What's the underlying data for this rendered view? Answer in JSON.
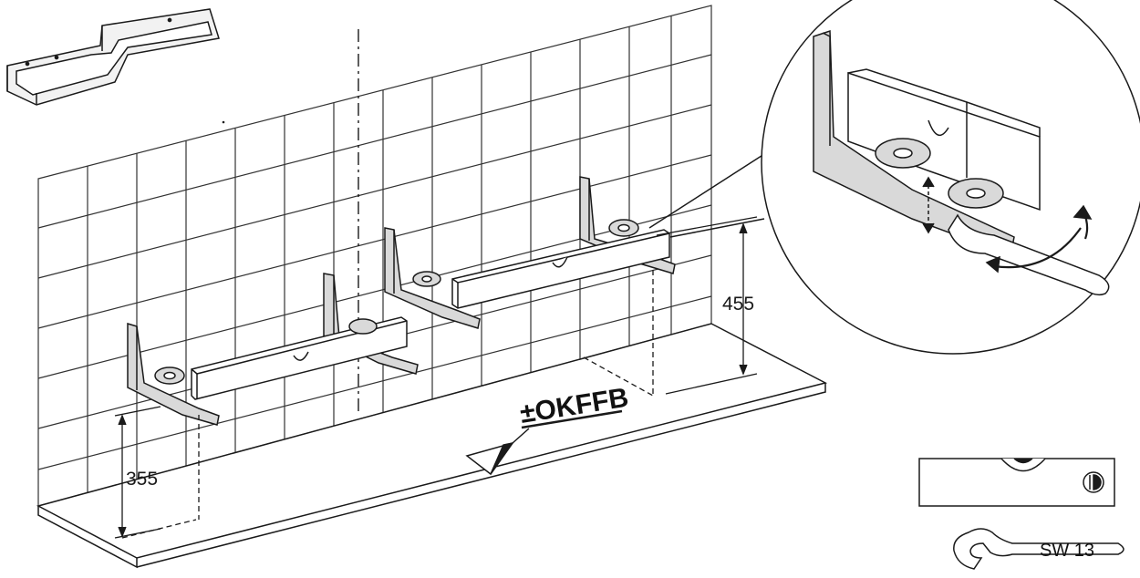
{
  "dimensions": {
    "left_height": "355",
    "right_height": "455"
  },
  "floor_reference": {
    "label": "±OKFFB"
  },
  "tools": {
    "wrench_label": "SW 13"
  },
  "colors": {
    "line": "#1a1a1a",
    "bracket_fill": "#d9d9d9",
    "tile_grid": "#333333"
  },
  "icons": {
    "basin": "washbasin-icon",
    "spirit_level": "spirit-level-icon",
    "wrench": "wrench-icon"
  }
}
